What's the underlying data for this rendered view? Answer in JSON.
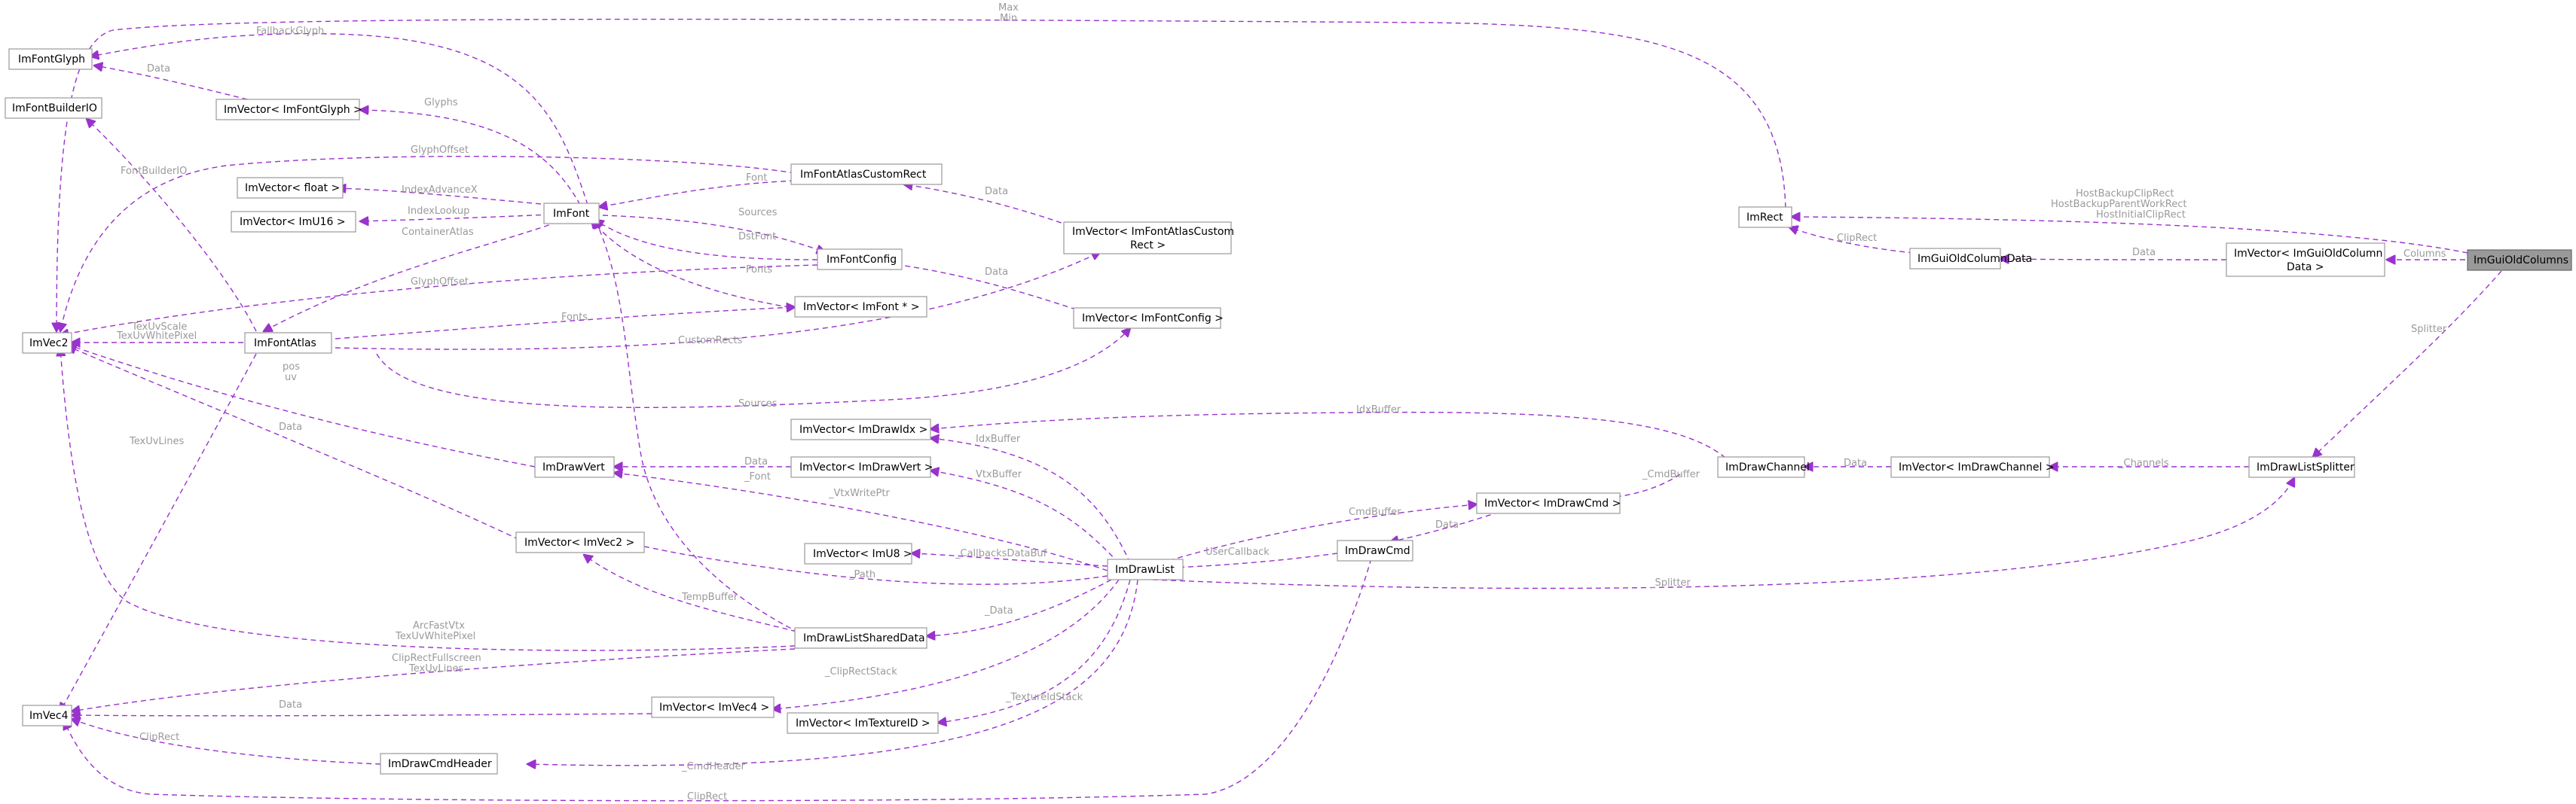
{
  "nodes": {
    "imfontglyph": "ImFontGlyph",
    "imfontbuilderio": "ImFontBuilderIO",
    "imvec2": "ImVec2",
    "imvec4": "ImVec4",
    "imvector_imfontglyph": "ImVector< ImFontGlyph >",
    "imvector_float": "ImVector< float >",
    "imvector_imu16": "ImVector< ImU16 >",
    "imfont": "ImFont",
    "imfontatlas": "ImFontAtlas",
    "imfontatlascustomrect": "ImFontAtlasCustomRect",
    "imfontconfig": "ImFontConfig",
    "imvector_imfontptr": "ImVector< ImFont * >",
    "imvector_imfontatlascustomrect_l1": "ImVector< ImFontAtlasCustom",
    "imvector_imfontatlascustomrect_l2": "Rect >",
    "imvector_imfontconfig": "ImVector< ImFontConfig >",
    "imvector_imdrawidx": "ImVector< ImDrawIdx >",
    "imdrawvert": "ImDrawVert",
    "imvector_imdrawvert": "ImVector< ImDrawVert >",
    "imvector_imvec2": "ImVector< ImVec2 >",
    "imvector_imu8": "ImVector< ImU8 >",
    "imdrawlistshareddata": "ImDrawListSharedData",
    "imvector_imvec4": "ImVector< ImVec4 >",
    "imvector_imtextureid": "ImVector< ImTextureID >",
    "imdrawcmdheader": "ImDrawCmdHeader",
    "imdrawlist": "ImDrawList",
    "imdrawcmd": "ImDrawCmd",
    "imvector_imdrawcmd": "ImVector< ImDrawCmd >",
    "imdrawchannel": "ImDrawChannel",
    "imvector_imdrawchannel": "ImVector< ImDrawChannel >",
    "imdrawlistsplitter": "ImDrawListSplitter",
    "imrect": "ImRect",
    "imguioldcolumndata": "ImGuiOldColumnData",
    "imvector_imguioldcolumndata_l1": "ImVector< ImGuiOldColumn",
    "imvector_imguioldcolumndata_l2": "Data >",
    "imguioldcolumns": "ImGuiOldColumns"
  },
  "labels": {
    "max": "Max",
    "min": "Min",
    "fallbackglyph": "FallbackGlyph",
    "glyphs": "Glyphs",
    "data_glyph": "Data",
    "fontbuilderio": "FontBuilderIO",
    "glyphoffset_top": "GlyphOffset",
    "indexadvancex": "IndexAdvanceX",
    "indexlookup": "IndexLookup",
    "containeratlas": "ContainerAtlas",
    "font_rect": "Font",
    "sources_font": "Sources",
    "dstfont": "DstFont",
    "fonts_font": "Fonts",
    "glyphoffset_cfg": "GlyphOffset",
    "fonts_atlas": "Fonts",
    "texuvscale": "TexUvScale",
    "texuvwhitepixel": "TexUvWhitePixel",
    "customrects": "CustomRects",
    "sources_atlas": "Sources",
    "pos": "pos",
    "uv": "uv",
    "data_vert": "Data",
    "texuvlines": "TexUvLines",
    "data_customrect": "Data",
    "data_fontconfig": "Data",
    "hostbackupcliprect": "HostBackupClipRect",
    "hostbackupparentworkrect": "HostBackupParentWorkRect",
    "hostinitialcliprect": "HostInitialClipRect",
    "cliprect_col": "ClipRect",
    "data_col": "Data",
    "columns": "Columns",
    "splitter_col": "Splitter",
    "idxbuffer_ch": "IdxBuffer",
    "idxbuffer_dl": "IdxBuffer",
    "data_vertvec": "Data",
    "vtxbuffer": "VtxBuffer",
    "font_dl": "_Font",
    "vtxwriteptr": "_VtxWritePtr",
    "cmdbuffer_ch": "_CmdBuffer",
    "data_ch": "Data",
    "channels": "_Channels",
    "cmdbuffer_dl": "CmdBuffer",
    "data_cmd": "Data",
    "callbacksdatabuf": "_CallbacksDataBuf",
    "usercallback": "UserCallback",
    "path": "_Path",
    "splitter_dl": "_Splitter",
    "data_shared": "_Data",
    "tempbuffer": "TempBuffer",
    "arcfastvtx": "ArcFastVtx",
    "texuvwhitepixel2": "TexUvWhitePixel",
    "cliprectfullscreen": "ClipRectFullscreen",
    "texuvlines2": "TexUvLines",
    "data_vec4": "Data",
    "cliprectstack": "_ClipRectStack",
    "texturestack": "_TextureIdStack",
    "cliprect_hdr": "ClipRect",
    "cmdheader": "_CmdHeader",
    "cliprect_cmd": "ClipRect"
  }
}
